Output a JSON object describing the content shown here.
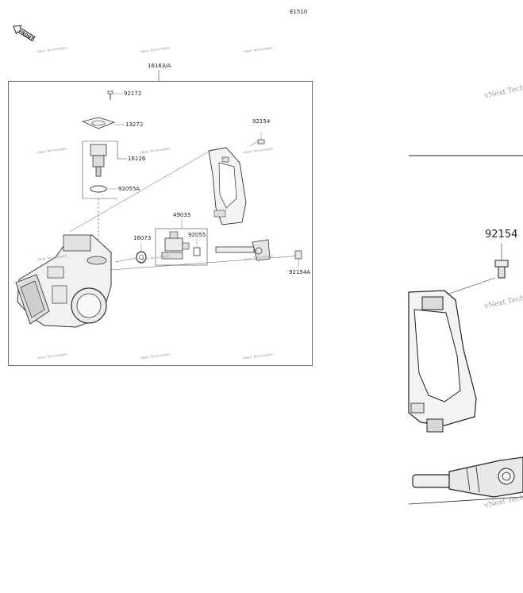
{
  "diagram": {
    "figure_code": "E1510",
    "front_label": "FRONT",
    "assembly_label": "16163/A",
    "parts": {
      "p92172": "92172",
      "p13272": "13272",
      "p16126": "16126",
      "p92055A": "92055A",
      "p92154": "92154",
      "p49033": "49033",
      "p16073": "16073",
      "p92055": "92055",
      "p92154A": "92154A"
    },
    "zoom_part_label": "92154",
    "watermark": "vNext Technologies",
    "watermark_zoom": "vNext Techno"
  }
}
